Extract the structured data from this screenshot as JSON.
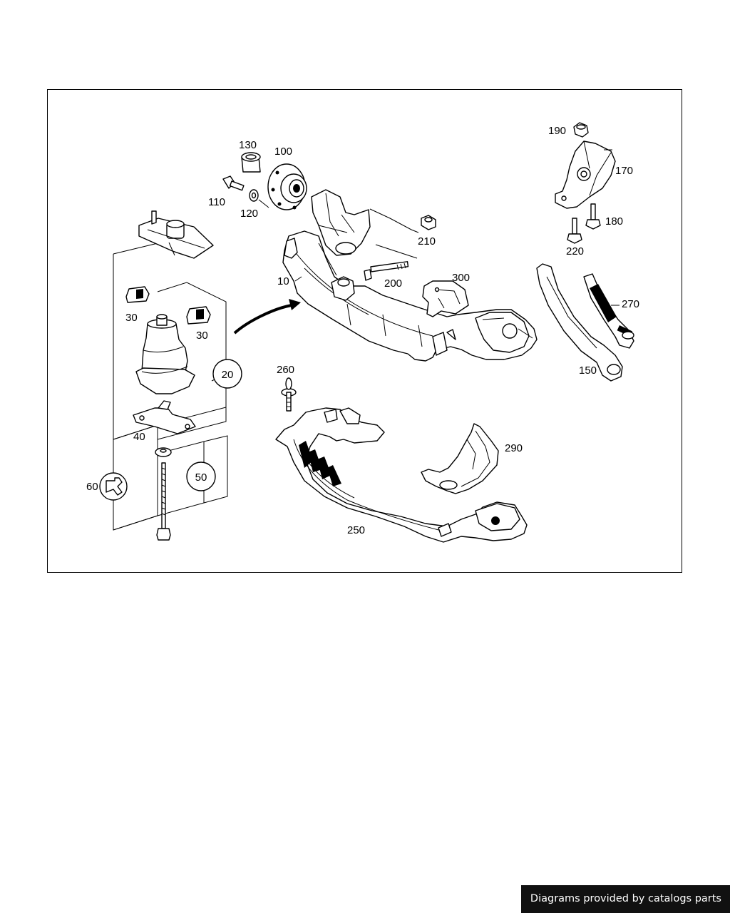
{
  "diagram": {
    "labels": {
      "p10": "10",
      "p20": "20",
      "p30a": "30",
      "p30b": "30",
      "p40": "40",
      "p50": "50",
      "p60": "60",
      "p100": "100",
      "p110": "110",
      "p120": "120",
      "p130": "130",
      "p150": "150",
      "p170": "170",
      "p180": "180",
      "p190": "190",
      "p200": "200",
      "p210": "210",
      "p220": "220",
      "p250": "250",
      "p260": "260",
      "p270": "270",
      "p290": "290",
      "p300": "300"
    }
  },
  "footer": {
    "text": "Diagrams provided by catalogs parts"
  }
}
